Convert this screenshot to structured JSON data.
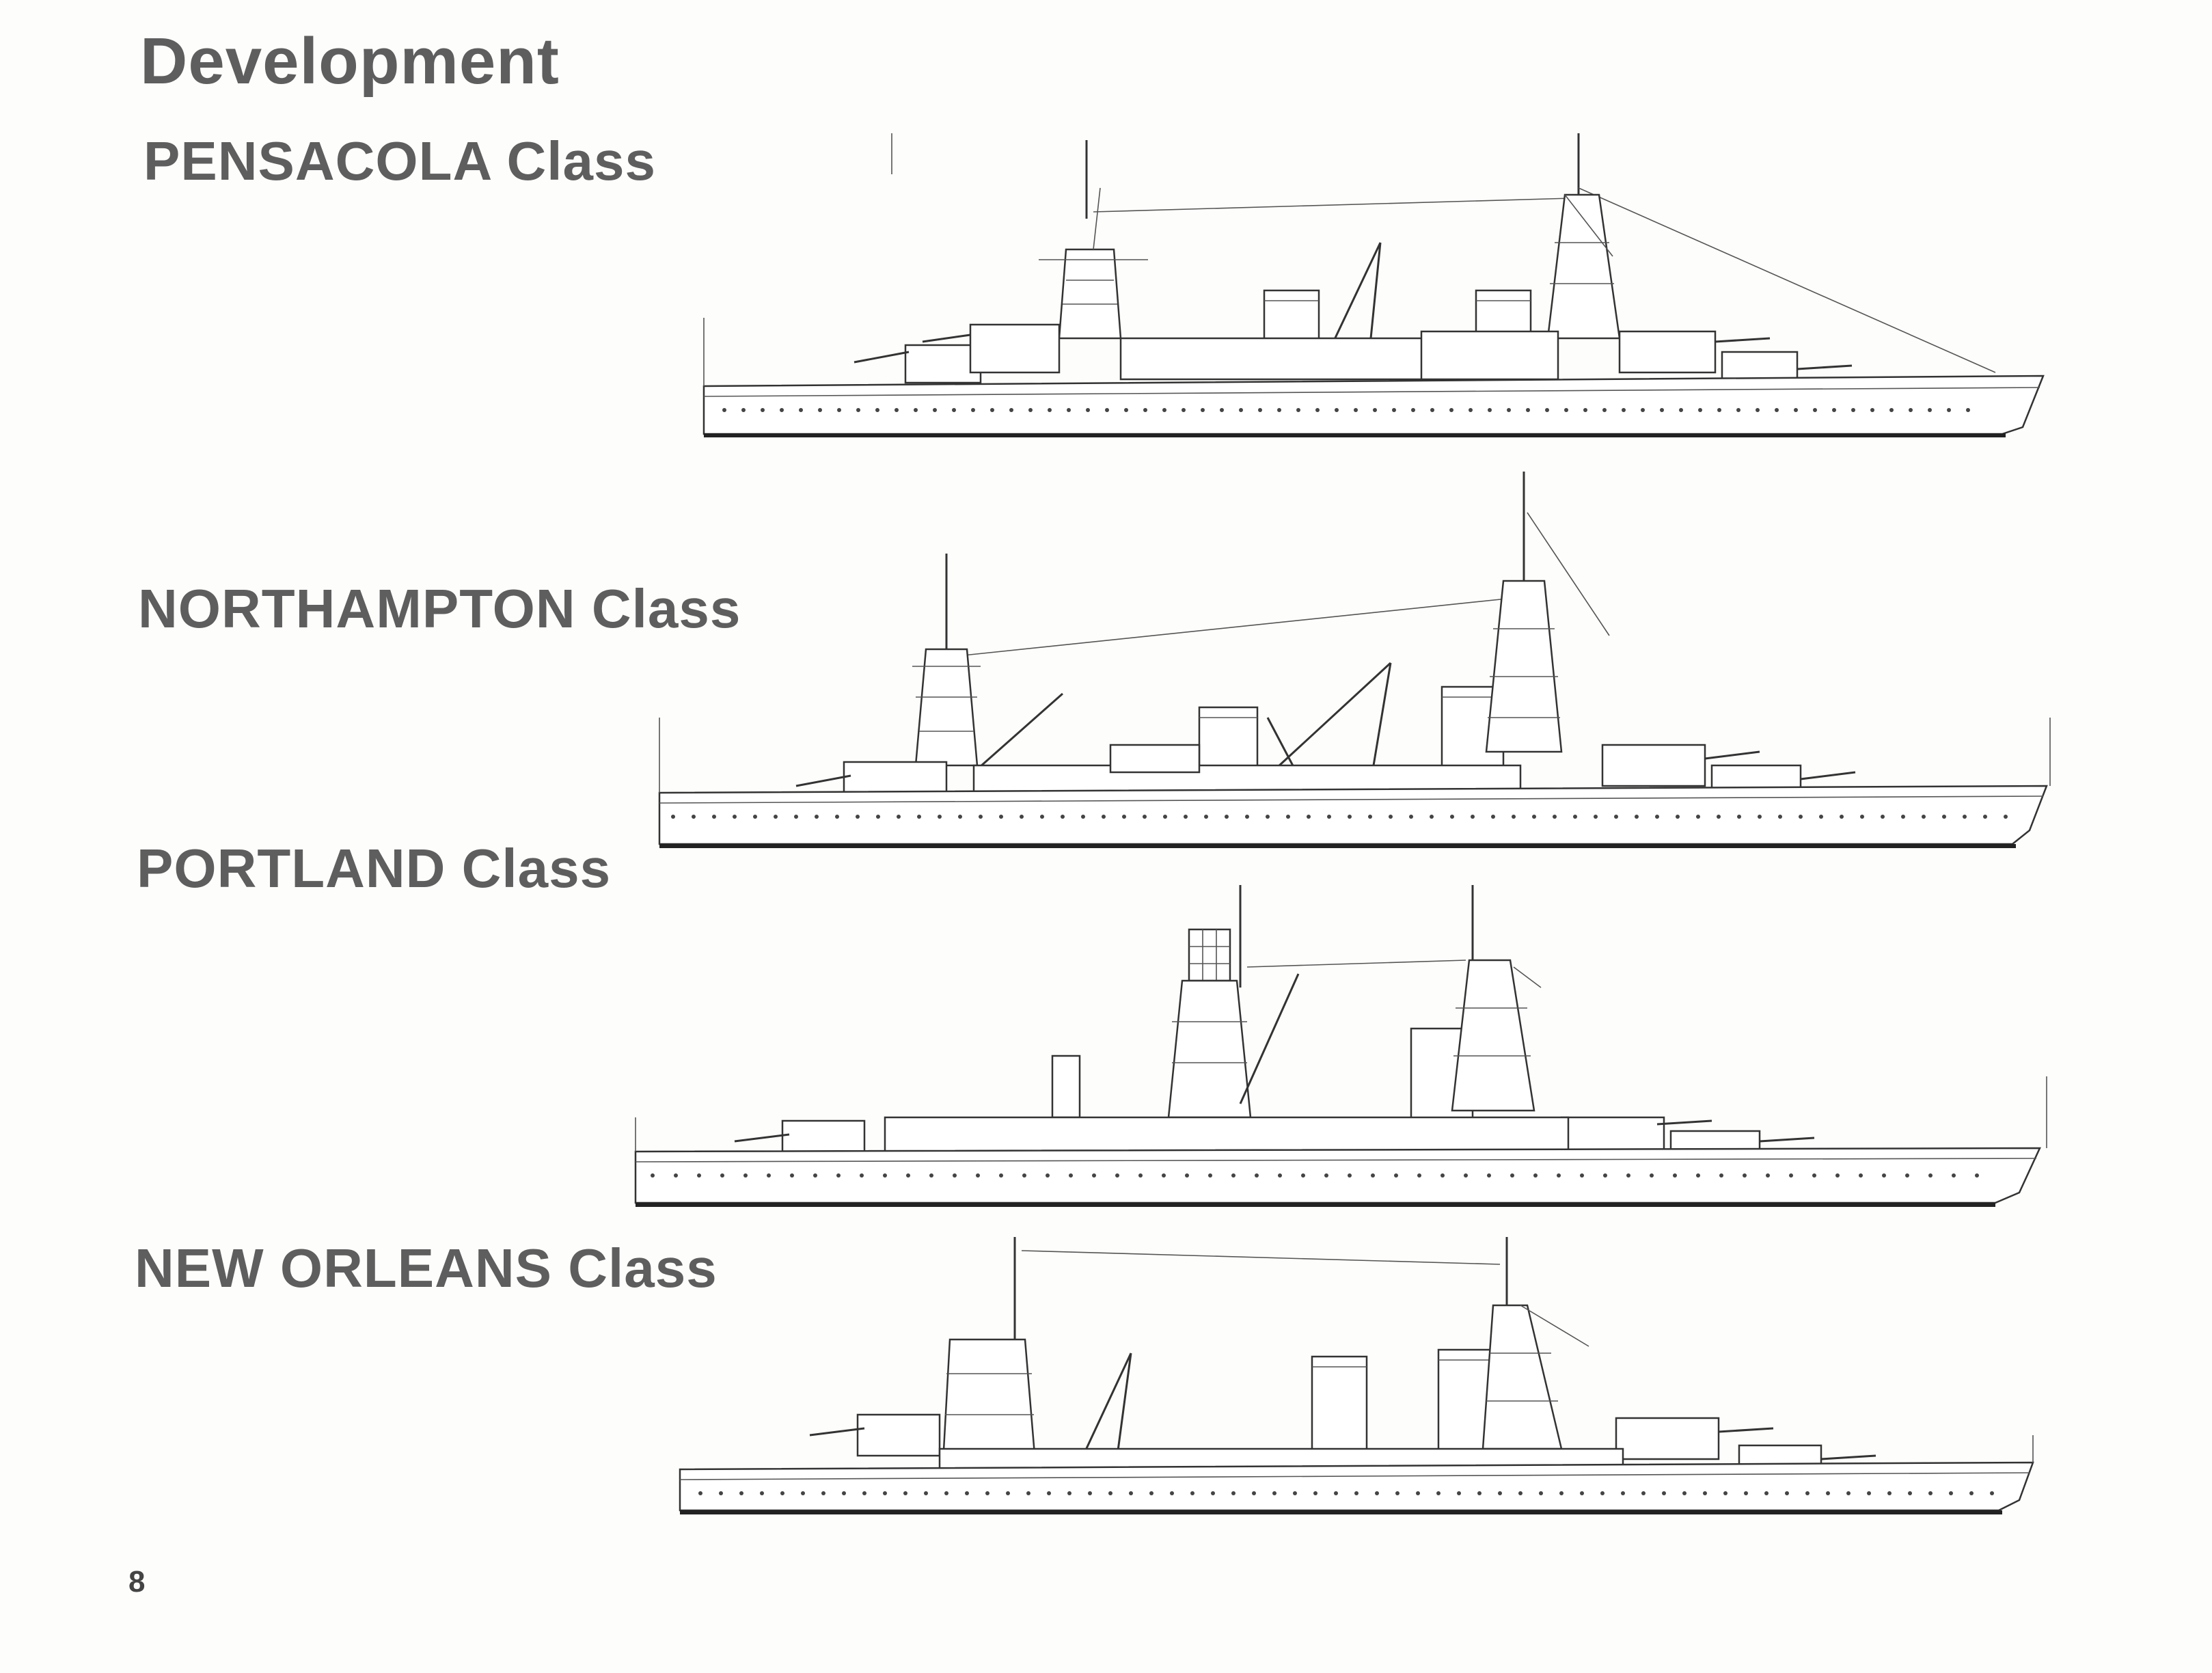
{
  "page": {
    "title": "Development",
    "page_number": "8"
  },
  "sections": [
    {
      "class_name": "PENSACOLA Class"
    },
    {
      "class_name": "NORTHAMPTON Class"
    },
    {
      "class_name": "PORTLAND Class"
    },
    {
      "class_name": "NEW ORLEANS Class"
    }
  ],
  "colors": {
    "text": "#5e5e5e",
    "line_art": "#333333",
    "paper": "#fdfdfb"
  }
}
